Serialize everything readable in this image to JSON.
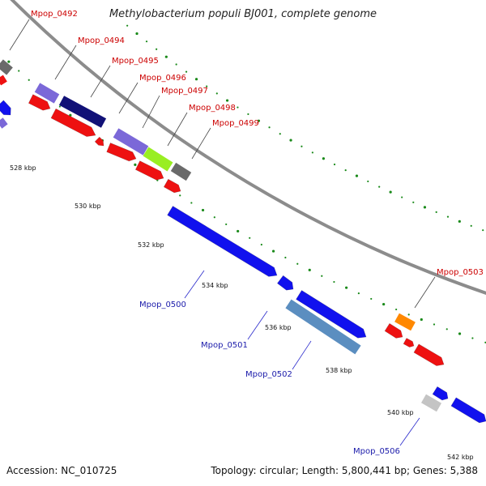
{
  "title": "Methylobacterium populi BJ001, complete genome",
  "footer": {
    "accession": "Accession: NC_010725",
    "summary": "Topology: circular; Length: 5,800,441 bp; Genes: 5,388"
  },
  "colors": {
    "backbone": "#8c8c8c",
    "tick_dash": "#1a8a1a",
    "label_forward": "#cc0000",
    "label_reverse": "#1a1aaa",
    "red_cds": "#ee1111",
    "blue_cds": "#1111ee",
    "slate": "#7b68d8",
    "navy": "#111177",
    "lime": "#99ee22",
    "gray": "#6a6a6a",
    "lightgray": "#c4c4c4",
    "orange": "#ff8800",
    "steel": "#5b8ec0"
  },
  "scale_labels": [
    "528 kbp",
    "530 kbp",
    "532 kbp",
    "534 kbp",
    "536 kbp",
    "538 kbp",
    "540 kbp",
    "542 kbp"
  ],
  "genes_top": [
    {
      "name": "Mpop_0492"
    },
    {
      "name": "Mpop_0494"
    },
    {
      "name": "Mpop_0495"
    },
    {
      "name": "Mpop_0496"
    },
    {
      "name": "Mpop_0497"
    },
    {
      "name": "Mpop_0498"
    },
    {
      "name": "Mpop_0499"
    },
    {
      "name": "Mpop_0503"
    }
  ],
  "genes_bottom": [
    {
      "name": "Mpop_0500"
    },
    {
      "name": "Mpop_0501"
    },
    {
      "name": "Mpop_0502"
    },
    {
      "name": "Mpop_0506"
    }
  ]
}
